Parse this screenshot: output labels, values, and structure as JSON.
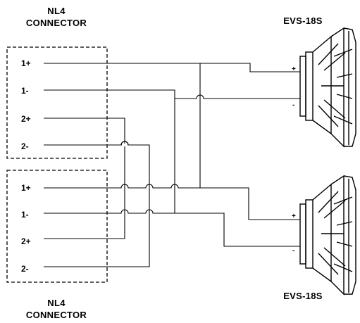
{
  "connectors": {
    "top_title_line1": "NL4",
    "top_title_line2": "CONNECTOR",
    "bottom_title_line1": "NL4",
    "bottom_title_line2": "CONNECTOR",
    "top_pins": [
      "1+",
      "1-",
      "2+",
      "2-"
    ],
    "bottom_pins": [
      "1+",
      "1-",
      "2+",
      "2-"
    ]
  },
  "speakers": {
    "top_label": "EVS-18S",
    "bottom_label": "EVS-18S",
    "top_plus": "+",
    "top_minus": "-",
    "bottom_plus": "+",
    "bottom_minus": "-"
  },
  "colors": {
    "line": "#000000",
    "background": "#ffffff"
  }
}
